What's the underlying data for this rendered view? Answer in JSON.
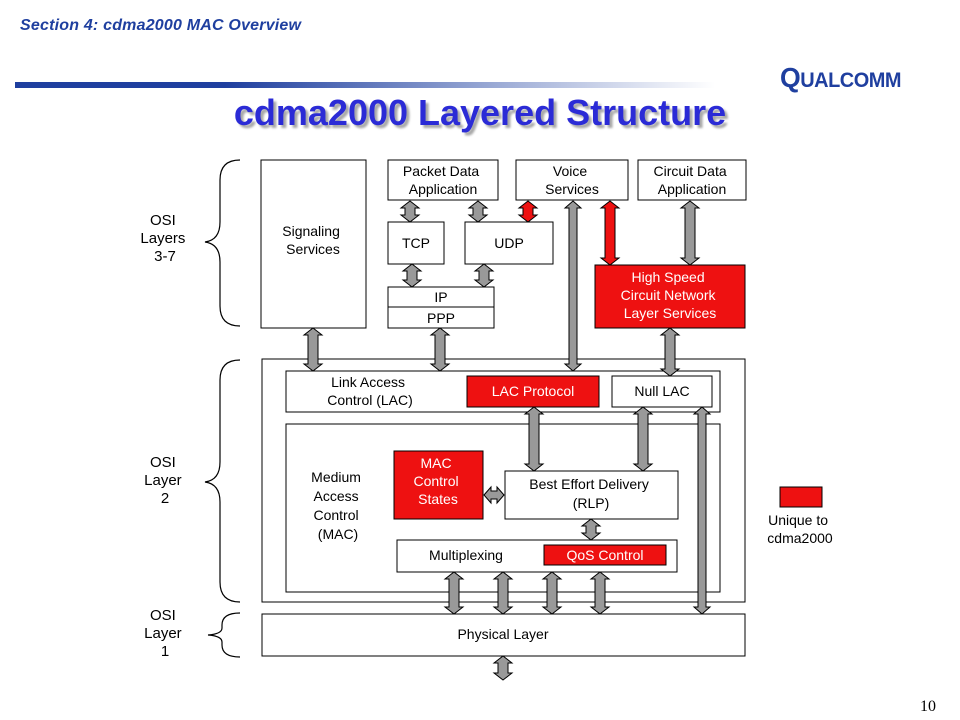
{
  "header": {
    "section": "Section 4: cdma2000 MAC Overview",
    "logo": "QUALCOMM",
    "title": "cdma2000 Layered Structure"
  },
  "page_number": "10",
  "brackets": {
    "osi_upper": [
      "OSI",
      "Layers",
      "3-7"
    ],
    "osi_mid": [
      "OSI",
      "Layer",
      "2"
    ],
    "osi_low": [
      "OSI",
      "Layer",
      "1"
    ]
  },
  "boxes": {
    "signaling": [
      "Signaling",
      "Services"
    ],
    "packet_data": [
      "Packet Data",
      "Application"
    ],
    "voice": [
      "Voice",
      "Services"
    ],
    "circuit_data": [
      "Circuit Data",
      "Application"
    ],
    "tcp": "TCP",
    "udp": "UDP",
    "ip": "IP",
    "ppp": "PPP",
    "high_speed": [
      "High Speed",
      "Circuit Network",
      "Layer Services"
    ],
    "lac": [
      "Link Access",
      "Control (LAC)"
    ],
    "lac_protocol": "LAC Protocol",
    "null_lac": "Null LAC",
    "mac": [
      "Medium",
      "Access",
      "Control",
      "(MAC)"
    ],
    "mac_control": [
      "MAC",
      "Control",
      "States"
    ],
    "best_effort": [
      "Best Effort Delivery",
      "(RLP)"
    ],
    "multiplexing": "Multiplexing",
    "qos": "QoS Control",
    "physical": "Physical Layer"
  },
  "legend": {
    "label": [
      "Unique to",
      "cdma2000"
    ]
  },
  "colors": {
    "accent_red": "#ee1111",
    "arrow_gray": "#999999",
    "title_blue": "#2b2bd6",
    "header_blue": "#1f3f9f"
  }
}
